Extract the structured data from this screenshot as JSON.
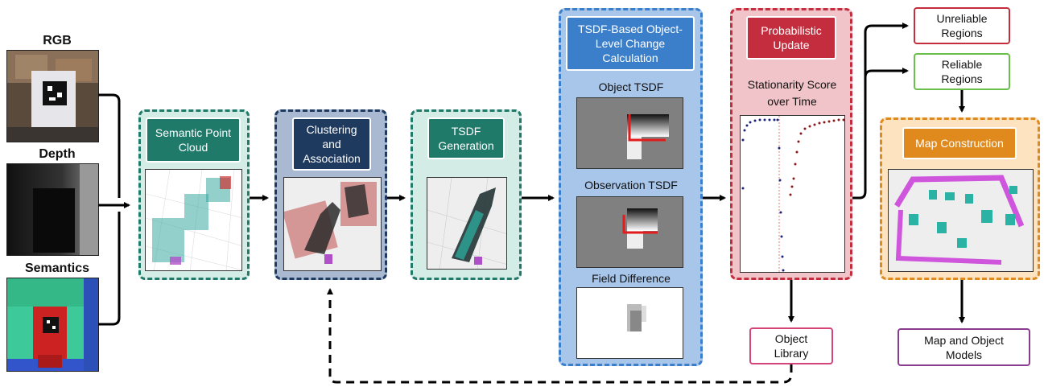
{
  "inputs": {
    "rgb_label": "RGB",
    "depth_label": "Depth",
    "semantics_label": "Semantics"
  },
  "stages": {
    "semantic_point_cloud": "Semantic Point Cloud",
    "clustering": "Clustering and Association",
    "tsdf_generation": "TSDF Generation",
    "tsdf_change": "TSDF-Based Object-Level Change Calculation",
    "probabilistic_update": "Probabilistic Update",
    "map_construction": "Map Construction"
  },
  "tsdf_panel": {
    "object_tsdf": "Object TSDF",
    "observation_tsdf": "Observation TSDF",
    "field_difference": "Field Difference"
  },
  "prob_panel": {
    "score_label": "Stationarity Score over Time"
  },
  "outputs": {
    "unreliable": "Unreliable Regions",
    "reliable": "Reliable Regions",
    "object_library": "Object Library",
    "map_models": "Map and Object Models"
  },
  "colors": {
    "teal": "#1f7a6a",
    "teal_fill": "#d4ece6",
    "navy": "#1e3a5f",
    "navy_fill": "#a9b9d2",
    "blue": "#3b7fcb",
    "blue_fill": "#a8c6ea",
    "red": "#c42d3d",
    "red_fill": "#f0c4c8",
    "orange": "#e0891c",
    "orange_fill": "#fde3c0",
    "green": "#6abf4b",
    "purple": "#8a3d8f",
    "pink": "#d6457a"
  }
}
